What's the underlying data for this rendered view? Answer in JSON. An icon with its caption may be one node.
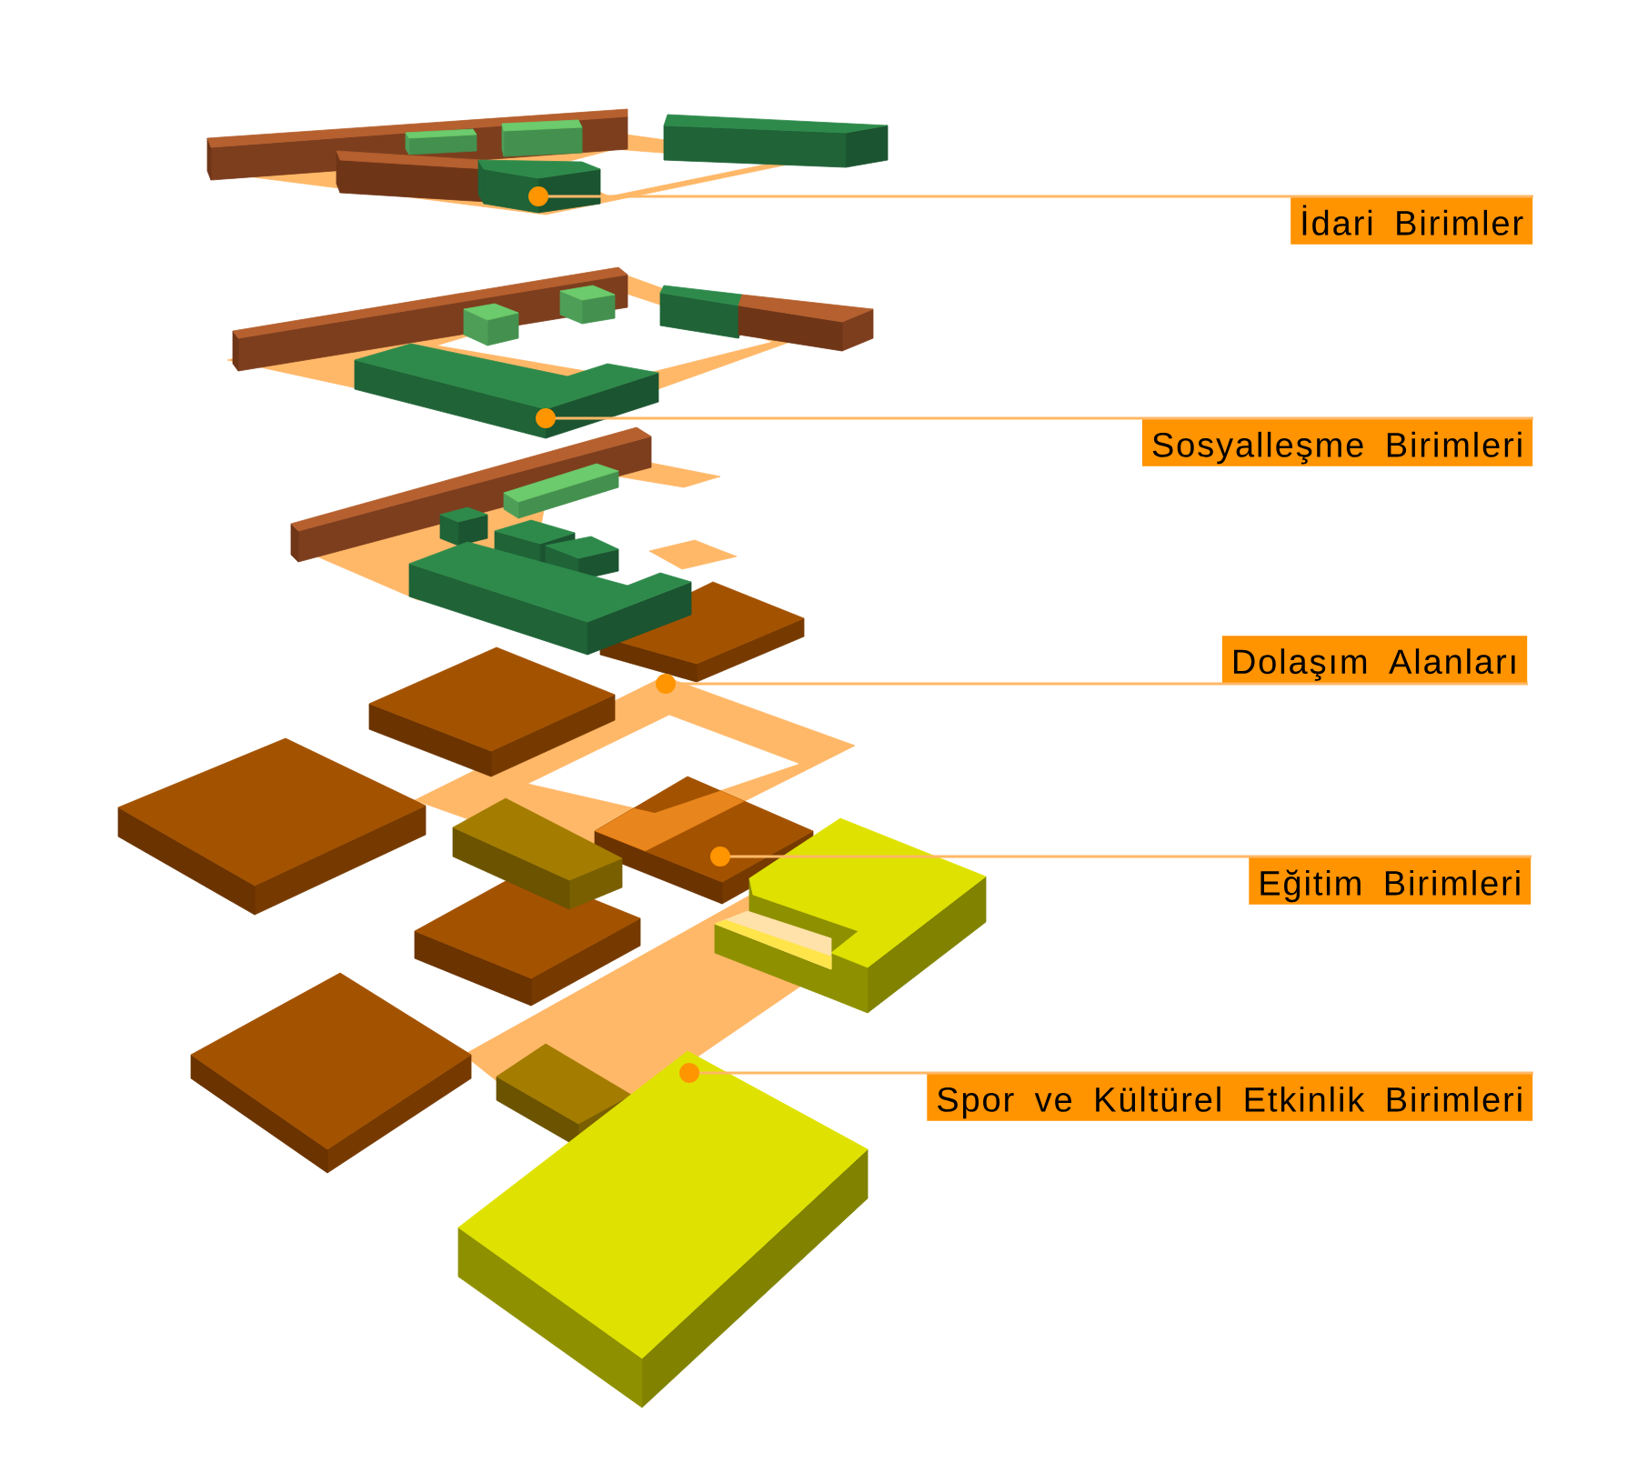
{
  "diagram": {
    "nodes": [
      {
        "text": [
          "İdari Birimler"
        ]
      },
      {
        "text": [
          "Sosyalleşme Birimleri"
        ]
      },
      {
        "text": [
          "Dolaşım Alanları"
        ]
      },
      {
        "text": [
          "Eğitim Birimleri"
        ]
      },
      {
        "text": [
          "Spor ve Kültürel Etkinlik Birimleri"
        ]
      }
    ],
    "edges": [
      {
        "from": 0,
        "to": null,
        "arrow": "other"
      },
      {
        "from": 1,
        "to": null,
        "arrow": "other"
      },
      {
        "from": 2,
        "to": null,
        "arrow": "other"
      },
      {
        "from": 3,
        "to": null,
        "arrow": "other"
      },
      {
        "from": 4,
        "to": null,
        "arrow": "other"
      }
    ]
  }
}
